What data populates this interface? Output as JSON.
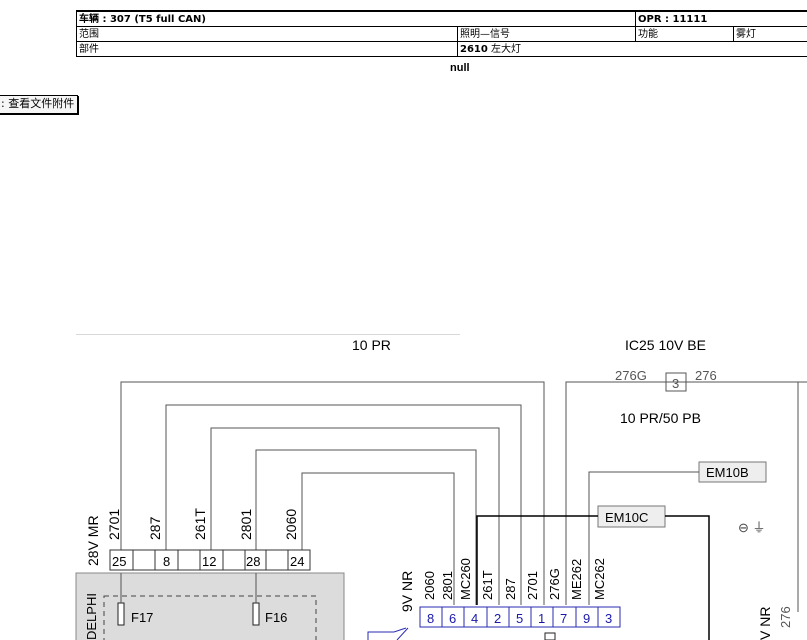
{
  "header": {
    "vehicle": "车辆 : 307 (T5 full CAN)",
    "opr": "OPR : 11111",
    "scope_label": "范围",
    "scope_value": "照明—信号",
    "function_label": "功能",
    "function_value": "雾灯",
    "part_label": "部件",
    "part_code": "2610",
    "part_name": "左大灯"
  },
  "null_text": "null",
  "attach_button": "查看文件附件",
  "diagram": {
    "connector_main": "10 PR",
    "connector_right_top": "IC25 10V BE",
    "label_276G": "276G",
    "label_276": "276",
    "box_3": "3",
    "connector_right_mid": "10 PR/50 PB",
    "em10b": "EM10B",
    "em10c": "EM10C",
    "ground_symbol": "⊖ ⏚",
    "left_conn": "28V MR",
    "left_wires": [
      "2701",
      "287",
      "261T",
      "2801",
      "2060"
    ],
    "left_pins": [
      "25",
      "8",
      "12",
      "28",
      "24"
    ],
    "delphi": "DELPHI",
    "fuse_a": "F17",
    "fuse_b": "F16",
    "mid_conn": "9V NR",
    "mid_wires": [
      "2060",
      "2801",
      "MC260",
      "261T",
      "287",
      "2701",
      "276G",
      "ME262",
      "MC262"
    ],
    "mid_pins": [
      "8",
      "6",
      "4",
      "2",
      "5",
      "1",
      "7",
      "9",
      "3"
    ],
    "right_conn": "V NR",
    "right_wire": "276"
  }
}
